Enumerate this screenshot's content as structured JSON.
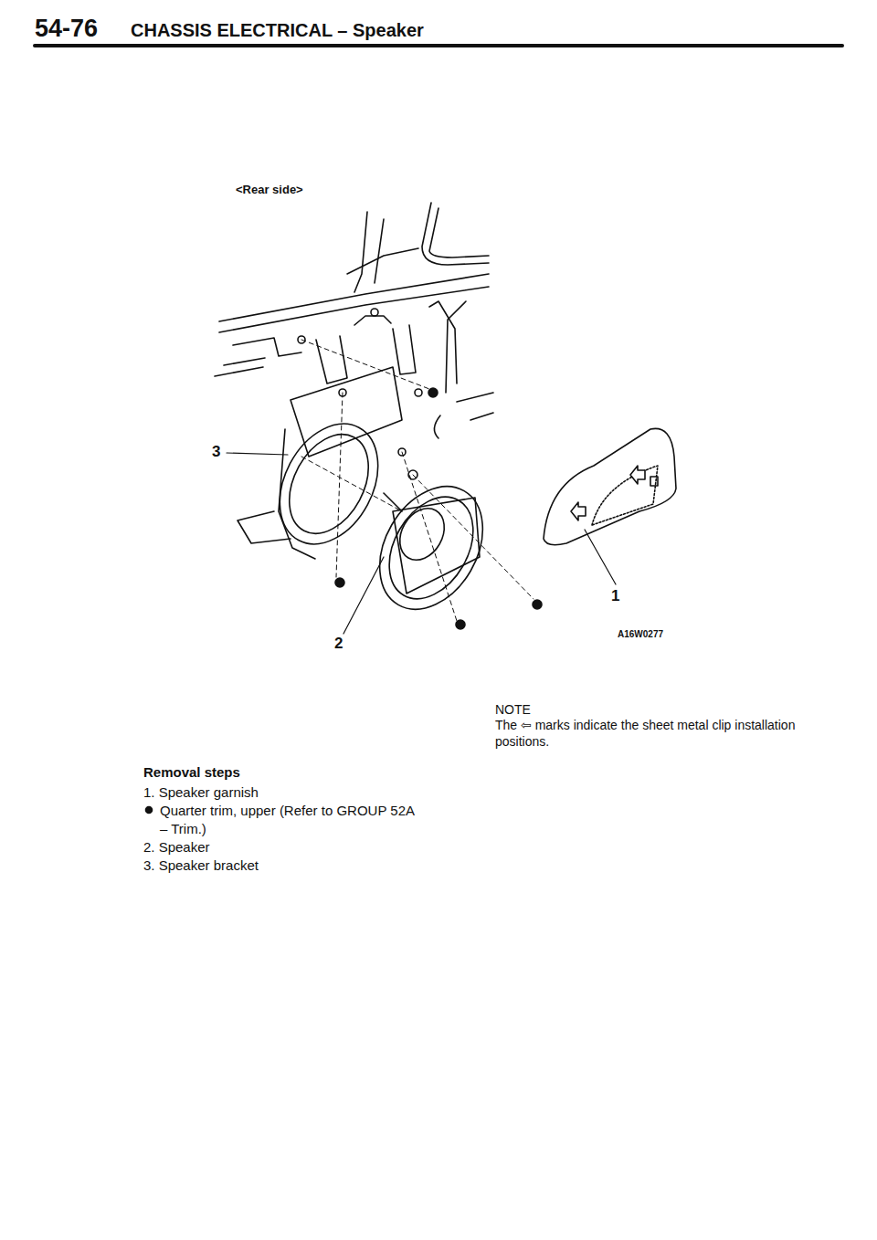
{
  "diagram": {
    "title": "CHASSIS ELECTRICAL – Speaker",
    "labels": [
      "54-76",
      "<Rear side>",
      "3",
      "1",
      "2",
      "A16W0277",
      "NOTE",
      "The ⇦ marks indicate the sheet metal clip installation positions.",
      "Removal steps",
      "1. Speaker garnish",
      "Quarter trim, upper (Refer to GROUP 52A – Trim.)",
      "2. Speaker",
      "3. Speaker bracket"
    ]
  }
}
